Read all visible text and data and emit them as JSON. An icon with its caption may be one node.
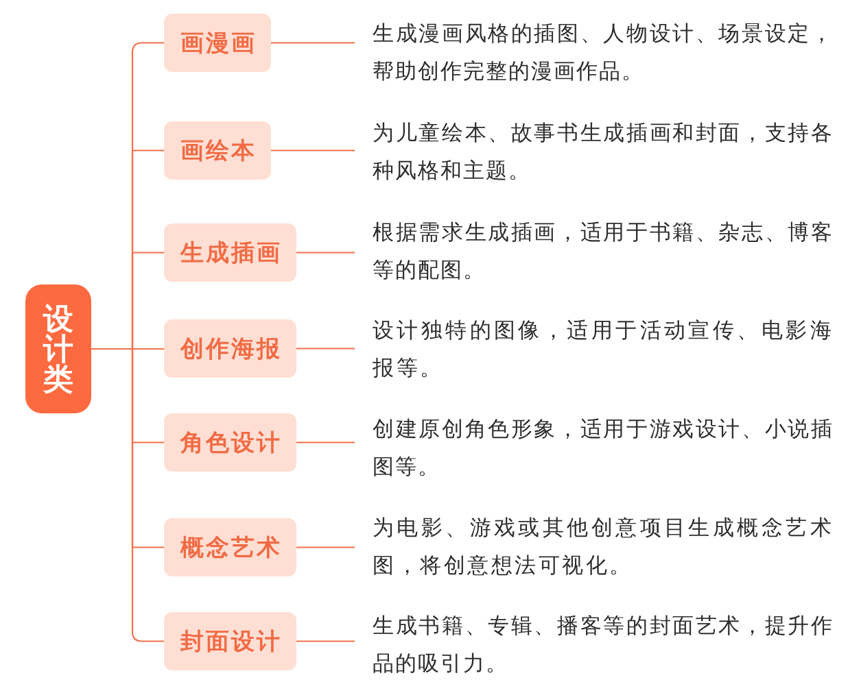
{
  "diagram": {
    "nodes": [
      {
        "text": [
          "设计类"
        ]
      },
      {
        "text": [
          "画漫画"
        ]
      },
      {
        "text": [
          "生成漫画风格的插图、人物设计、场景设定，帮助创作完整的漫画作品。"
        ]
      },
      {
        "text": [
          "画绘本"
        ]
      },
      {
        "text": [
          "为儿童绘本、故事书生成插画和封面，支持各种风格和主题。"
        ]
      },
      {
        "text": [
          "生成插画"
        ]
      },
      {
        "text": [
          "根据需求生成插画，适用于书籍、杂志、博客等的配图。"
        ]
      },
      {
        "text": [
          "创作海报"
        ]
      },
      {
        "text": [
          "设计独特的图像，适用于活动宣传、电影海报等。"
        ]
      },
      {
        "text": [
          "角色设计"
        ]
      },
      {
        "text": [
          "创建原创角色形象，适用于游戏设计、小说插图等。"
        ]
      },
      {
        "text": [
          "概念艺术"
        ]
      },
      {
        "text": [
          "为电影、游戏或其他创意项目生成概念艺术图，将创意想法可视化。"
        ]
      },
      {
        "text": [
          "封面设计"
        ]
      },
      {
        "text": [
          "生成书籍、专辑、播客等的封面艺术，提升作品的吸引力。"
        ]
      }
    ],
    "edges": [
      {
        "from": 0,
        "to": 1,
        "arrow": "none"
      },
      {
        "from": 1,
        "to": 2,
        "arrow": "none"
      },
      {
        "from": 0,
        "to": 3,
        "arrow": "none"
      },
      {
        "from": 3,
        "to": 4,
        "arrow": "none"
      },
      {
        "from": 0,
        "to": 5,
        "arrow": "none"
      },
      {
        "from": 5,
        "to": 6,
        "arrow": "none"
      },
      {
        "from": 0,
        "to": 7,
        "arrow": "none"
      },
      {
        "from": 7,
        "to": 8,
        "arrow": "none"
      },
      {
        "from": 0,
        "to": 9,
        "arrow": "none"
      },
      {
        "from": 9,
        "to": 10,
        "arrow": "none"
      },
      {
        "from": 0,
        "to": 11,
        "arrow": "none"
      },
      {
        "from": 11,
        "to": 12,
        "arrow": "none"
      },
      {
        "from": 0,
        "to": 13,
        "arrow": "none"
      },
      {
        "from": 13,
        "to": 14,
        "arrow": "none"
      }
    ]
  }
}
